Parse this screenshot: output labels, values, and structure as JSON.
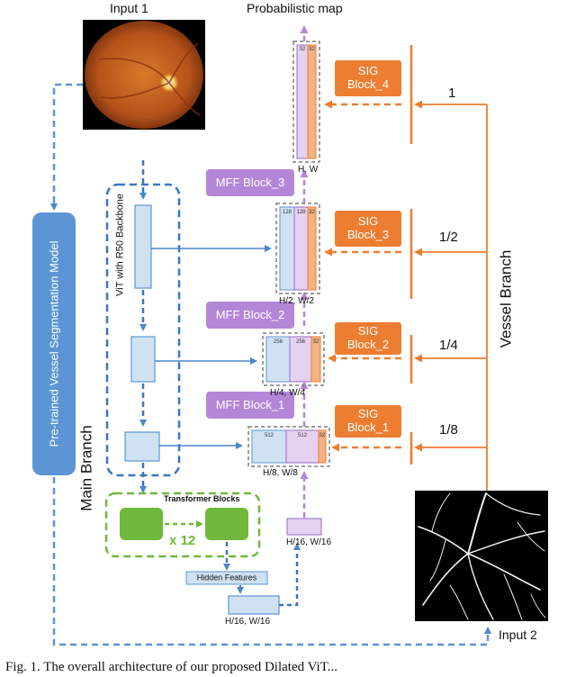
{
  "title": "Probabilistic map",
  "input1_label": "Input 1",
  "input2_label": "Input 2",
  "pretrained_model_label": "Pre-trained Vessel Segmentation Model",
  "main_branch_label": "Main Branch",
  "vessel_branch_label": "Vessel Branch",
  "vit_backbone_label": "ViT with R50 Backbone",
  "transformer_blocks_label": "Transformer Blocks",
  "repeat_label": "x 12",
  "hidden_features_label": "Hidden Features",
  "mff_blocks": [
    "MFF Block_3",
    "MFF Block_2",
    "MFF Block_1"
  ],
  "sig_blocks": [
    {
      "line1": "SIG",
      "line2": "Block_4",
      "scale": "1"
    },
    {
      "line1": "SIG",
      "line2": "Block_3",
      "scale": "1/2"
    },
    {
      "line1": "SIG",
      "line2": "Block_2",
      "scale": "1/4"
    },
    {
      "line1": "SIG",
      "line2": "Block_1",
      "scale": "1/8"
    }
  ],
  "stage_dims": [
    "H, W",
    "H/2, W/2",
    "H/4, W/4",
    "H/8, W/8",
    "H/16, W/16",
    "H/16, W/16"
  ],
  "channel_labels": {
    "s4": [
      "32",
      "32"
    ],
    "s3": [
      "128",
      "128",
      "32"
    ],
    "s2": [
      "256",
      "256",
      "32"
    ],
    "s1": [
      "512",
      "512",
      "32"
    ]
  },
  "caption": "Fig. 1.  The overall architecture of our proposed Dilated ViT...",
  "colors": {
    "orange": "#ed7d31",
    "blue": "#4a86c8",
    "dashed_blue": "#3a76c4",
    "purple": "#b486d8",
    "green": "#70b83c",
    "light_blue": "#cfe2f3",
    "light_purple": "#e4d2f0",
    "grey_dash": "#7f7f7f"
  }
}
